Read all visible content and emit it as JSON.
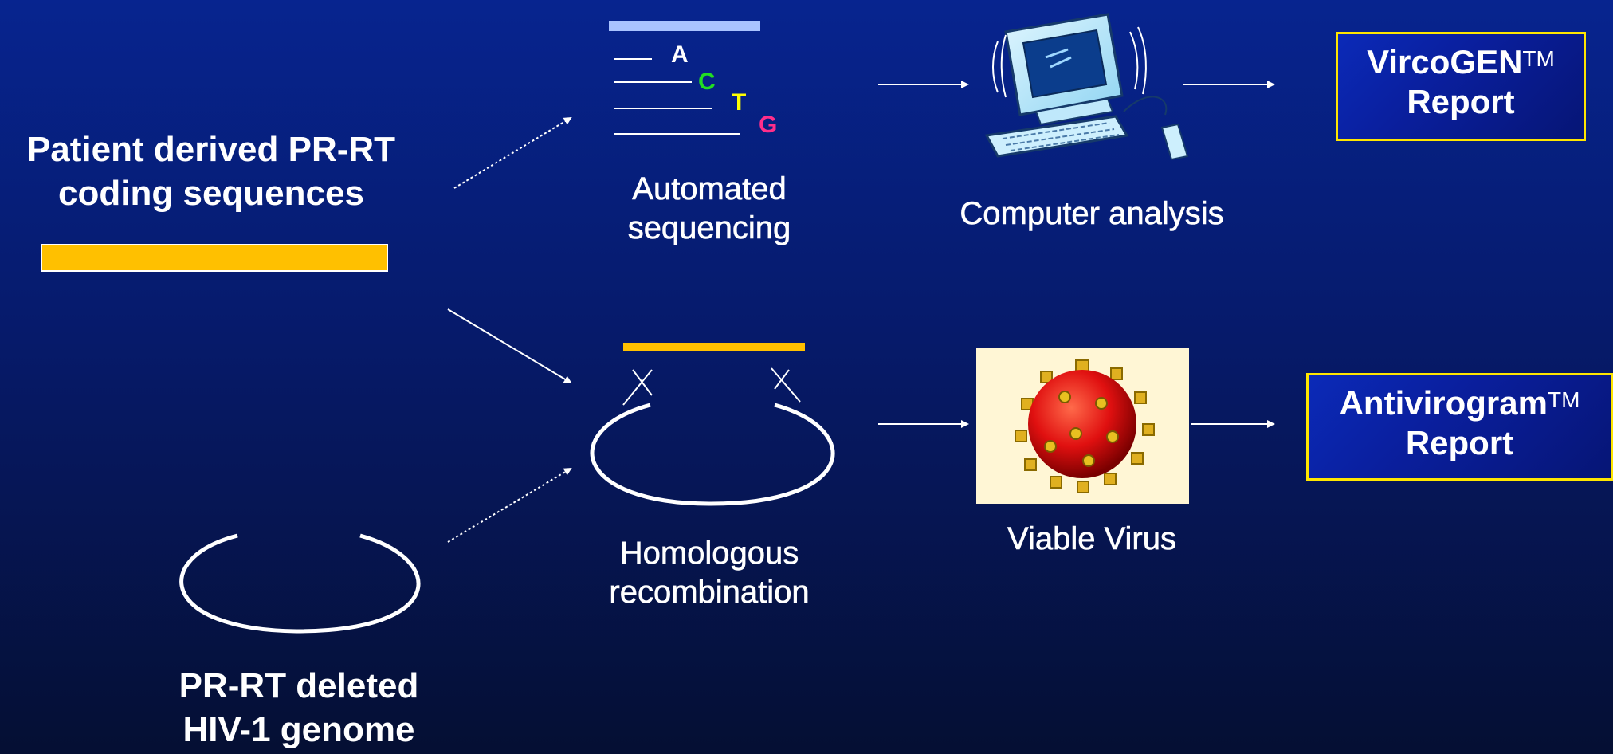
{
  "labels": {
    "patient": [
      "Patient derived PR-RT",
      "coding sequences"
    ],
    "deleted": [
      "PR-RT deleted",
      "HIV-1 genome"
    ],
    "sequencing": [
      "Automated",
      "sequencing"
    ],
    "computer": "Computer analysis",
    "homologous": [
      "Homologous",
      "recombination"
    ],
    "viable": "Viable Virus"
  },
  "reports": [
    {
      "name": "VircoGEN",
      "tm": "TM",
      "word": "Report"
    },
    {
      "name": "Antivirogram",
      "tm": "TM",
      "word": "Report"
    }
  ],
  "bases": [
    "A",
    "C",
    "T",
    "G"
  ],
  "colors": {
    "background_top": "#07248f",
    "background_bottom": "#050f33",
    "gene_bar": "#ffc000",
    "report_border": "#ffe600",
    "base_A": "#ffffff",
    "base_C": "#22dd22",
    "base_T": "#ffff00",
    "base_G": "#ff2e8a",
    "virus_panel": "#fff6d5",
    "virus_body": "#e01010"
  },
  "icons": [
    "computer-icon",
    "virus-icon"
  ]
}
